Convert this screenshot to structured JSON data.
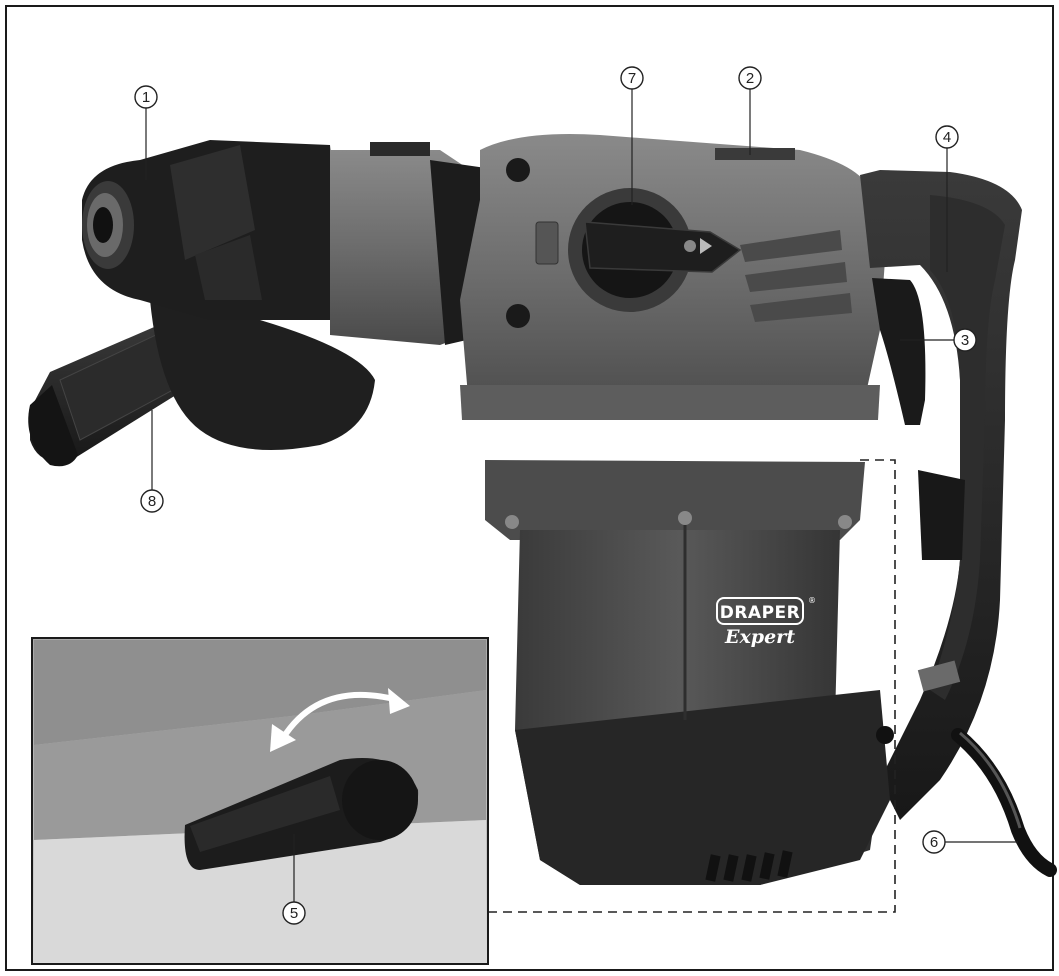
{
  "brand": {
    "logo_top": "DRAPER",
    "logo_bottom": "Expert",
    "registered_mark": "®"
  },
  "callouts": [
    {
      "id": "1",
      "label": "1"
    },
    {
      "id": "2",
      "label": "2"
    },
    {
      "id": "3",
      "label": "3"
    },
    {
      "id": "4",
      "label": "4"
    },
    {
      "id": "5",
      "label": "5"
    },
    {
      "id": "6",
      "label": "6"
    },
    {
      "id": "7",
      "label": "7"
    },
    {
      "id": "8",
      "label": "8"
    }
  ],
  "colors": {
    "frame": "#1a1a1a",
    "body_dark": "#3c3c3c",
    "body_mid": "#5a5a5a",
    "body_light": "#7a7a7a",
    "rubber_black": "#1c1c1c",
    "inset_bg": "#bdbdbd"
  }
}
